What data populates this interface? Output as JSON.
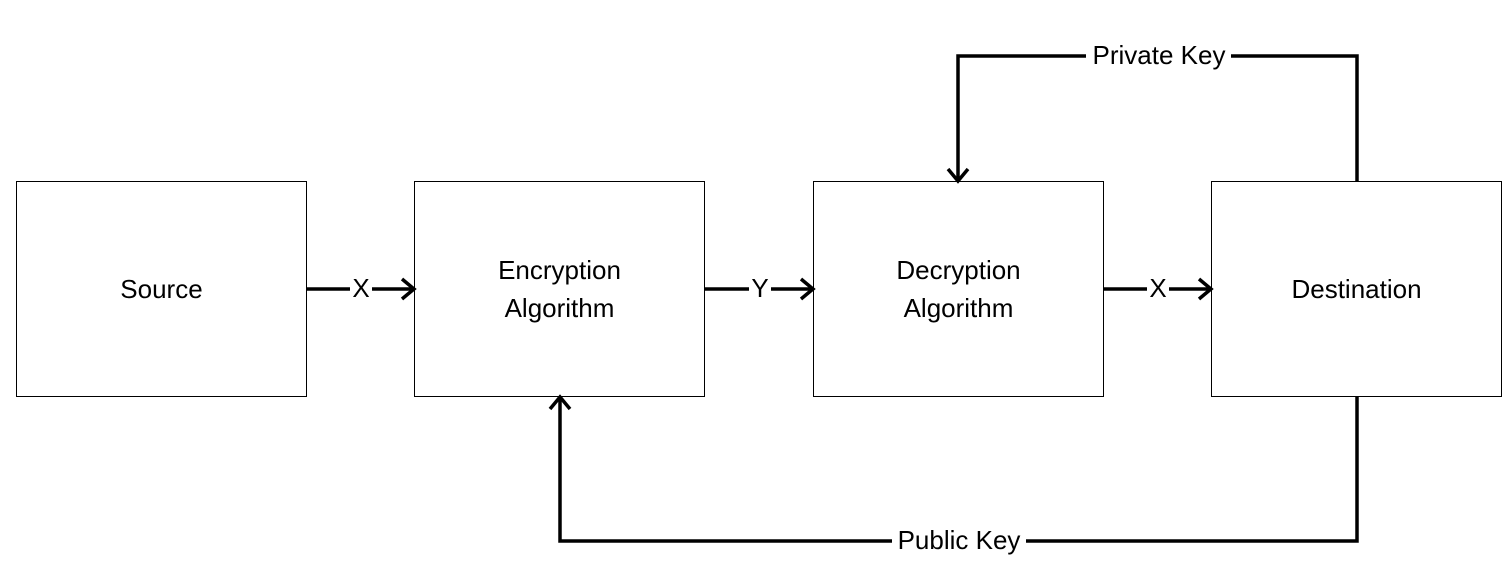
{
  "nodes": {
    "source": {
      "lines": [
        "Source"
      ]
    },
    "encryption": {
      "lines": [
        "Encryption",
        "Algorithm"
      ]
    },
    "decryption": {
      "lines": [
        "Decryption",
        "Algorithm"
      ]
    },
    "destination": {
      "lines": [
        "Destination"
      ]
    }
  },
  "edges": {
    "source_to_encryption": {
      "label": "X"
    },
    "encryption_to_decryption": {
      "label": "Y"
    },
    "decryption_to_destination": {
      "label": "X"
    },
    "private_key": {
      "label": "Private Key"
    },
    "public_key": {
      "label": "Public Key"
    }
  }
}
